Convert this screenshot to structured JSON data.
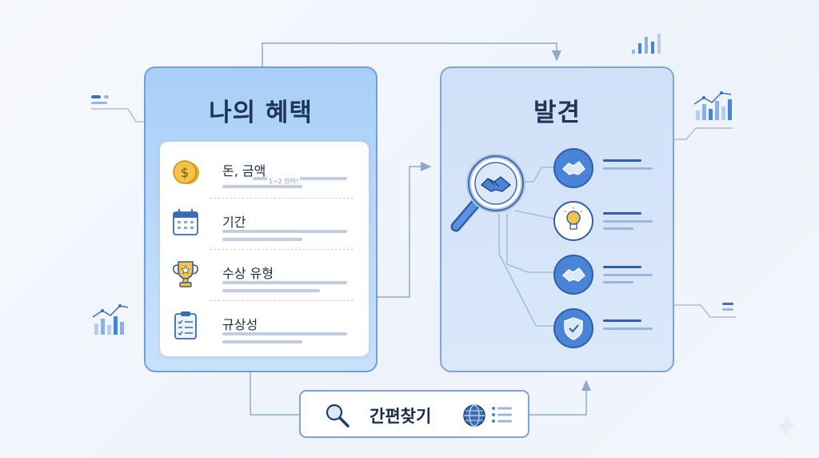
{
  "left_panel": {
    "title": "나의 혜택",
    "items": [
      {
        "label": "돈, 금액",
        "icon": "coin-dollar-icon",
        "note": "1~2 만어!"
      },
      {
        "label": "기간",
        "icon": "calendar-icon"
      },
      {
        "label": "수상 유형",
        "icon": "trophy-icon"
      },
      {
        "label": "규상성",
        "icon": "clipboard-checklist-icon"
      }
    ]
  },
  "right_panel": {
    "title": "발견",
    "magnifier_icon": "magnifier-handshake-icon",
    "results": [
      {
        "icon": "handshake-icon"
      },
      {
        "icon": "lightbulb-icon"
      },
      {
        "icon": "handshake-icon"
      },
      {
        "icon": "shield-check-icon"
      }
    ]
  },
  "search_bar": {
    "label": "간편찾기",
    "icons": [
      "search-icon",
      "globe-icon",
      "list-icon"
    ]
  },
  "colors": {
    "primary": "#4a84d6",
    "dark_blue": "#2f5fa8",
    "title_text": "#1d3557",
    "left_panel_bg": "#a9cff7",
    "right_panel_bg": "#cfe0f8",
    "coin_gold": "#f3c448"
  }
}
